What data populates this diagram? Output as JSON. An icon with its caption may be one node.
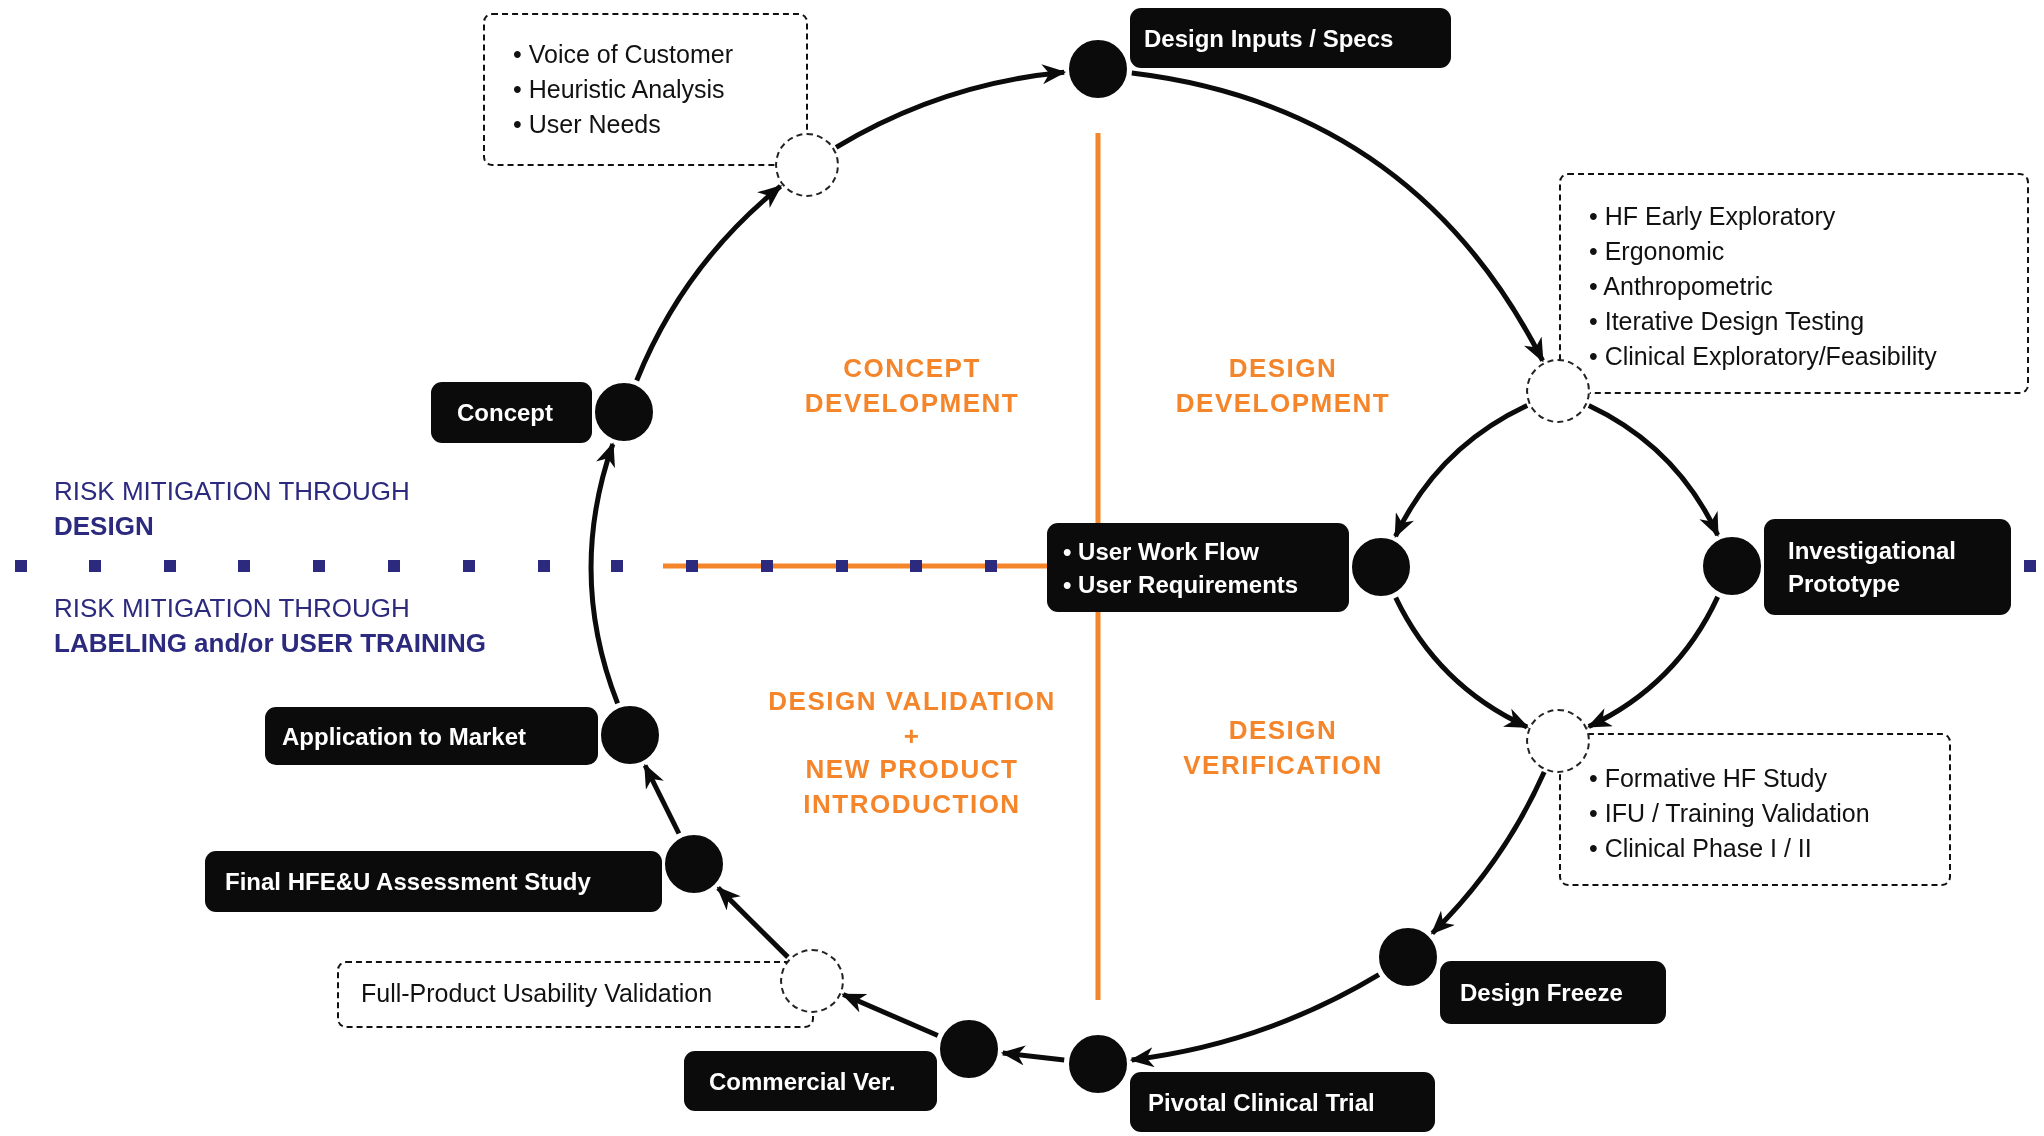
{
  "diagram": {
    "nodes": [
      {
        "text": [
          "• Voice of Customer",
          "• Heuristic Analysis",
          "• User Needs"
        ]
      },
      {
        "text": [
          "Design Inputs / Specs"
        ]
      },
      {
        "text": [],
        "shape": "circle"
      },
      {
        "text": [],
        "shape": "circle"
      },
      {
        "text": [
          "• HF Early Exploratory",
          "• Ergonomic",
          "• Anthropometric",
          "• Iterative Design Testing",
          "• Clinical Exploratory/Feasibility"
        ]
      },
      {
        "text": [],
        "shape": "circle"
      },
      {
        "text": [
          "Concept"
        ]
      },
      {
        "text": [],
        "shape": "circle"
      },
      {
        "text": [
          "• User Work Flow",
          "• User Requirements"
        ]
      },
      {
        "text": [],
        "shape": "circle"
      },
      {
        "text": [],
        "shape": "circle"
      },
      {
        "text": [
          "Investigational Prototype"
        ]
      },
      {
        "text": [
          "Application to Market"
        ]
      },
      {
        "text": [],
        "shape": "circle"
      },
      {
        "text": [],
        "shape": "circle"
      },
      {
        "text": [
          "• Formative HF Study",
          "• IFU / Training Validation",
          "• Clinical Phase I / II"
        ]
      },
      {
        "text": [
          "Final HFE&U Assessment Study"
        ]
      },
      {
        "text": [],
        "shape": "circle"
      },
      {
        "text": [],
        "shape": "circle"
      },
      {
        "text": [
          "Design Freeze"
        ]
      },
      {
        "text": [
          "Full-Product Usability Validation"
        ]
      },
      {
        "text": [],
        "shape": "circle"
      },
      {
        "text": [],
        "shape": "circle"
      },
      {
        "text": [
          "Commercial Ver."
        ]
      },
      {
        "text": [],
        "shape": "circle"
      },
      {
        "text": [
          "Pivotal Clinical Trial"
        ]
      }
    ],
    "edges": [
      {
        "from": 7,
        "to": 3,
        "arrow": "to"
      },
      {
        "from": 3,
        "to": 2,
        "arrow": "to"
      },
      {
        "from": 2,
        "to": 5,
        "arrow": "to"
      },
      {
        "from": 5,
        "to": 9,
        "arrow": "to"
      },
      {
        "from": 5,
        "to": 10,
        "arrow": "to"
      },
      {
        "from": 9,
        "to": 14,
        "arrow": "to"
      },
      {
        "from": 10,
        "to": 14,
        "arrow": "to"
      },
      {
        "from": 14,
        "to": 18,
        "arrow": "to"
      },
      {
        "from": 18,
        "to": 24,
        "arrow": "to"
      },
      {
        "from": 24,
        "to": 22,
        "arrow": "to"
      },
      {
        "from": 22,
        "to": 21,
        "arrow": "to"
      },
      {
        "from": 21,
        "to": 17,
        "arrow": "to"
      },
      {
        "from": 17,
        "to": 13,
        "arrow": "to"
      },
      {
        "from": 13,
        "to": 7,
        "arrow": "to"
      }
    ],
    "labels": [
      "CONCEPT DEVELOPMENT",
      "DESIGN DEVELOPMENT",
      "RISK MITIGATION THROUGH **DESIGN**",
      "RISK MITIGATION THROUGH **LABELING and/or USER TRAINING**",
      "DESIGN VALIDATION",
      "DESIGN VERIFICATION",
      "+",
      "NEW PRODUCT INTRODUCTION"
    ]
  }
}
